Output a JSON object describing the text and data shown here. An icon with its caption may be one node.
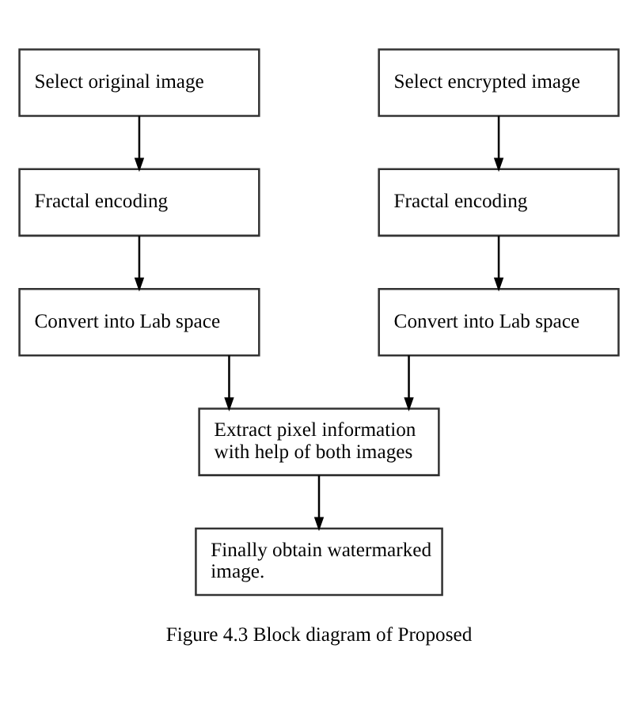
{
  "diagram": {
    "caption": "Figure 4.3 Block diagram of Proposed",
    "nodes": [
      {
        "text": [
          "Select original image"
        ]
      },
      {
        "text": [
          "Select encrypted image"
        ]
      },
      {
        "text": [
          "Fractal encoding"
        ]
      },
      {
        "text": [
          "Fractal encoding"
        ]
      },
      {
        "text": [
          "Convert into Lab space"
        ]
      },
      {
        "text": [
          "Convert into Lab space"
        ]
      },
      {
        "text": [
          "Extract pixel information with help of both images"
        ]
      },
      {
        "text": [
          "Finally obtain watermarked image."
        ]
      }
    ],
    "edges": [
      {
        "from": 0,
        "to": 2,
        "arrow": "to"
      },
      {
        "from": 1,
        "to": 3,
        "arrow": "to"
      },
      {
        "from": 2,
        "to": 4,
        "arrow": "to"
      },
      {
        "from": 3,
        "to": 5,
        "arrow": "to"
      },
      {
        "from": 4,
        "to": 6,
        "arrow": "to"
      },
      {
        "from": 5,
        "to": 6,
        "arrow": "to"
      },
      {
        "from": 6,
        "to": 7,
        "arrow": "to"
      }
    ]
  }
}
